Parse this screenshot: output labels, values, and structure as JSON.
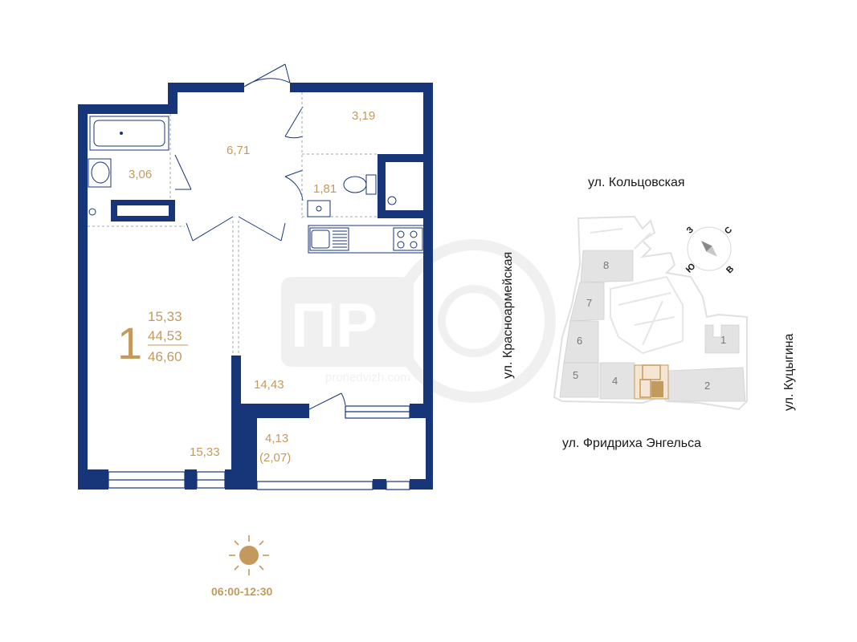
{
  "apartment": {
    "rooms_count": "1",
    "area_living": "15,33",
    "area_total": "44,53",
    "area_full": "46,60"
  },
  "rooms": {
    "bathroom": "3,06",
    "hall": "6,71",
    "storage": "3,19",
    "wc": "1,81",
    "kitchen": "14,43",
    "bedroom": "15,33",
    "loggia": "4,13",
    "loggia_reduced": "(2,07)"
  },
  "sun": {
    "time": "06:00-12:30"
  },
  "site_plan": {
    "streets": {
      "north": "ул. Кольцовская",
      "west": "ул. Красноармейская",
      "south": "ул. Фридриха Энгельса",
      "east": "ул. Куцыгина"
    },
    "buildings": [
      "1",
      "2",
      "4",
      "5",
      "6",
      "7",
      "8"
    ],
    "compass": {
      "n": "С",
      "s": "Ю",
      "w": "З",
      "e": "В"
    }
  },
  "watermark": {
    "logo": "ПР",
    "site": "pronedvizh.com"
  },
  "colors": {
    "wall": "#17367a",
    "accent": "#c49a5c",
    "site_building": "#e3e3e3",
    "highlight": "#c49a5c"
  }
}
